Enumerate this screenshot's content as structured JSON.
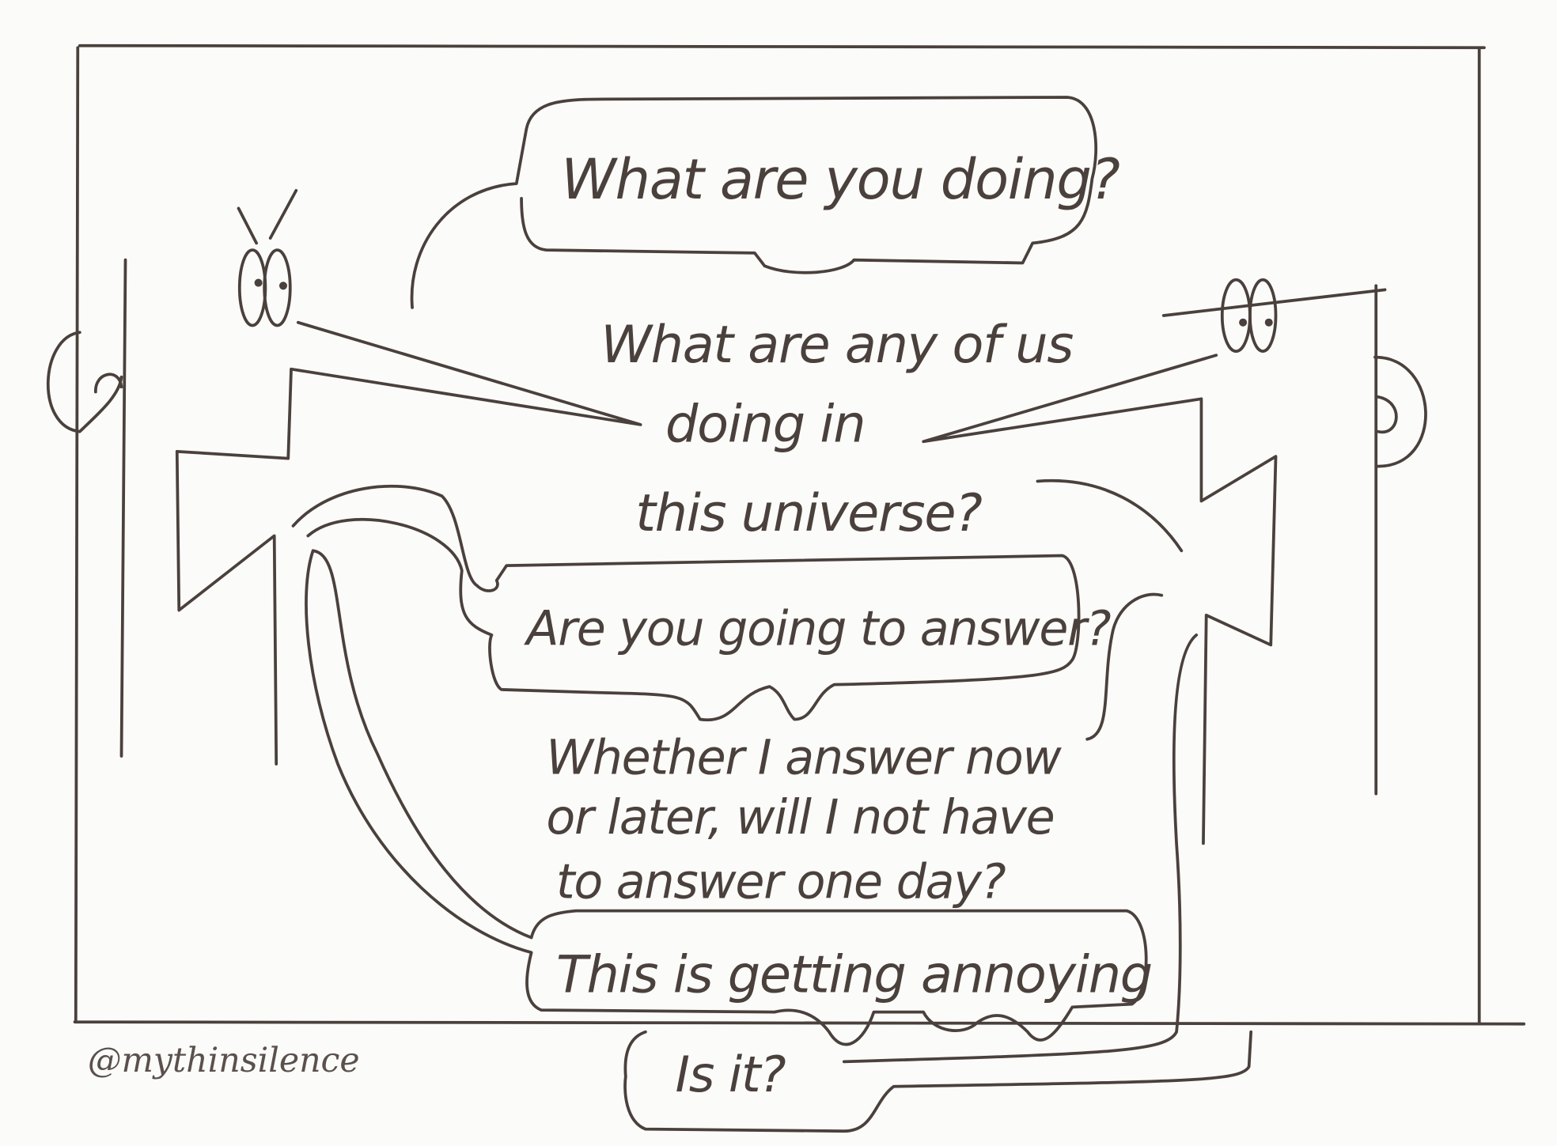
{
  "cartoon": {
    "dialogue": [
      {
        "speaker": "left",
        "lines": [
          "What are you doing?"
        ]
      },
      {
        "speaker": "right",
        "lines": [
          "What are any of us",
          "doing in",
          "this universe?"
        ]
      },
      {
        "speaker": "left",
        "lines": [
          "Are you going to answer?"
        ]
      },
      {
        "speaker": "right",
        "lines": [
          "Whether I answer now",
          "or later, will I not have",
          "to answer one day?"
        ]
      },
      {
        "speaker": "left",
        "lines": [
          "This is getting annoying"
        ]
      },
      {
        "speaker": "right",
        "lines": [
          "Is it?"
        ]
      }
    ],
    "signature": "@mythinsilence",
    "ink_color": "#4a403c"
  }
}
